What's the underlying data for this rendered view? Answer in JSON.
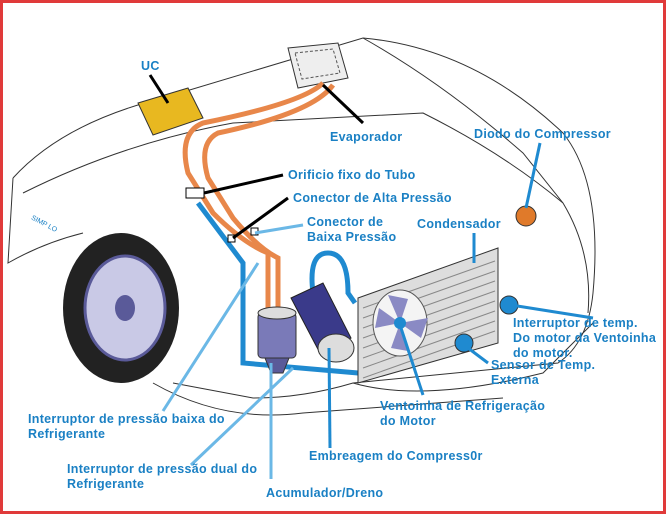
{
  "labels": {
    "uc": "UC",
    "evaporador": "Evaporador",
    "diodo": "Diodo do Compressor",
    "orificio": "Orificio  fixo do Tubo",
    "alta": "Conector de Alta Pressão",
    "baixa_1": "Conector de",
    "baixa_2": "Baixa Pressão",
    "condensador": "Condensador",
    "interruptor_temp_1": "Interruptor de temp.",
    "interruptor_temp_2": "Do motor da Ventoinha",
    "interruptor_temp_3": "do motor.",
    "sensor_1": "Sensor de Temp.",
    "sensor_2": "Externa",
    "ventoinha_1": "Ventoinha de Refrigeração",
    "ventoinha_2": "do Motor",
    "pressao_baixa_1": "Interruptor de pressão baixa do",
    "pressao_baixa_2": "Refrigerante",
    "embreagem": "Embreagem do Compress0r",
    "pressao_dual_1": "Interruptor de pressão dual do",
    "pressao_dual_2": "Refrigerante",
    "acumulador": "Acumulador/Dreno",
    "car_badge": "SIMP LO"
  },
  "colors": {
    "label": "#1a80c4",
    "frame": "#e03a3a",
    "high_line": "#e8874a",
    "low_line": "#1f8ad0",
    "leader_light": "#6bb8e6"
  }
}
